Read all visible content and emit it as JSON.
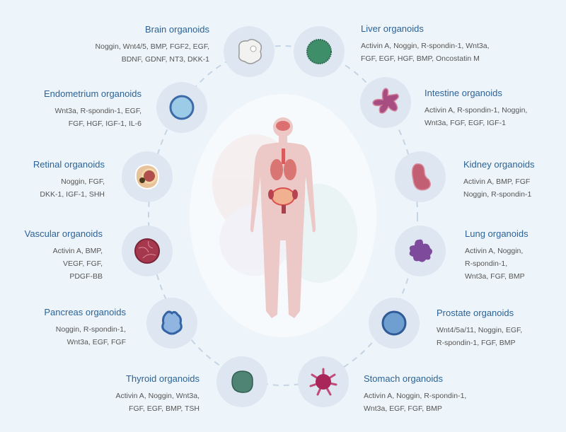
{
  "organoids": [
    {
      "id": "brain",
      "title": "Brain organoids",
      "lines": [
        "Noggin, Wnt4/5, BMP, FGF2, EGF,",
        "BDNF, GDNF, NT3, DKK-1"
      ]
    },
    {
      "id": "liver",
      "title": "Liver organoids",
      "lines": [
        "Activin A, Noggin, R-spondin-1, Wnt3a,",
        "FGF, EGF, HGF, BMP, Oncostatin M"
      ]
    },
    {
      "id": "endometrium",
      "title": "Endometrium organoids",
      "lines": [
        "Wnt3a, R-spondin-1, EGF,",
        "FGF, HGF, IGF-1, IL-6"
      ]
    },
    {
      "id": "intestine",
      "title": "Intestine organoids",
      "lines": [
        "Activin A, R-spondin-1, Noggin,",
        "Wnt3a, FGF, EGF, IGF-1"
      ]
    },
    {
      "id": "retinal",
      "title": "Retinal organoids",
      "lines": [
        "Noggin, FGF,",
        "DKK-1, IGF-1, SHH"
      ]
    },
    {
      "id": "kidney",
      "title": "Kidney organoids",
      "lines": [
        "Activin A, BMP, FGF",
        "Noggin, R-spondin-1"
      ]
    },
    {
      "id": "vascular",
      "title": "Vascular organoids",
      "lines": [
        "Activin A, BMP,",
        "VEGF, FGF,",
        "PDGF-BB"
      ]
    },
    {
      "id": "lung",
      "title": "Lung organoids",
      "lines": [
        "Activin A, Noggin,",
        "R-spondin-1,",
        "Wnt3a, FGF, BMP"
      ]
    },
    {
      "id": "pancreas",
      "title": "Pancreas organoids",
      "lines": [
        "Noggin, R-spondin-1,",
        "Wnt3a, EGF, FGF"
      ]
    },
    {
      "id": "prostate",
      "title": "Prostate organoids",
      "lines": [
        "Wnt4/5a/11, Noggin, EGF,",
        "R-spondin-1, FGF, BMP"
      ]
    },
    {
      "id": "thyroid",
      "title": "Thyroid organoids",
      "lines": [
        "Activin A, Noggin, Wnt3a,",
        "FGF, EGF, BMP, TSH"
      ]
    },
    {
      "id": "stomach",
      "title": "Stomach organoids",
      "lines": [
        "Activin A, Noggin, R-spondin-1,",
        "Wnt3a, EGF, FGF, BMP"
      ]
    }
  ]
}
